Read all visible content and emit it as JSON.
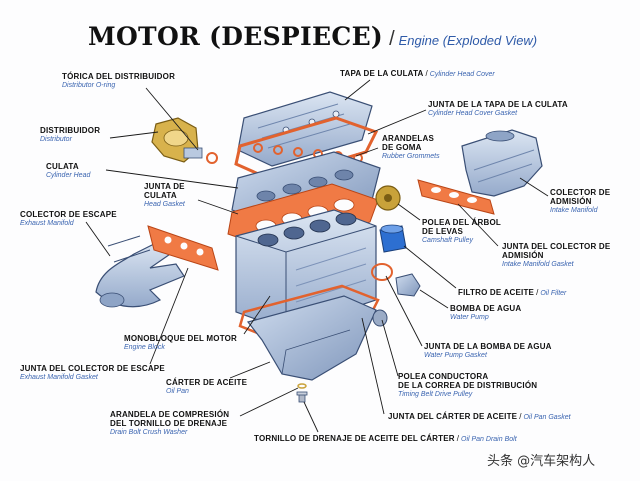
{
  "title": {
    "es": "MOTOR (DESPIECE)",
    "separator": "/",
    "en": "Engine (Exploded View)"
  },
  "labels": {
    "head_cover": {
      "es": "TAPA DE LA CULATA",
      "en": "Cylinder Head Cover"
    },
    "distributor_oring": {
      "es": "TÓRICA DEL DISTRIBUIDOR",
      "en": "Distributor O-ring"
    },
    "head_cover_gasket": {
      "es": "JUNTA DE LA TAPA DE LA CULATA",
      "en": "Cylinder Head Cover Gasket"
    },
    "distributor": {
      "es": "DISTRIBUIDOR",
      "en": "Distributor"
    },
    "rubber_grommets": {
      "es_line1": "ARANDELAS",
      "es_line2": "DE GOMA",
      "en": "Rubber Grommets"
    },
    "cylinder_head": {
      "es": "CULATA",
      "en": "Cylinder Head"
    },
    "head_gasket": {
      "es_line1": "JUNTA DE",
      "es_line2": "CULATA",
      "en": "Head Gasket"
    },
    "intake_manifold": {
      "es_line1": "COLECTOR DE",
      "es_line2": "ADMISIÓN",
      "en": "Intake Manifold"
    },
    "exhaust_manifold": {
      "es": "COLECTOR DE ESCAPE",
      "en": "Exhaust Manifold"
    },
    "camshaft_pulley": {
      "es_line1": "POLEA DEL ÁRBOL",
      "es_line2": "DE LEVAS",
      "en": "Camshaft Pulley"
    },
    "intake_gasket": {
      "es_line1": "JUNTA DEL COLECTOR DE",
      "es_line2": "ADMISIÓN",
      "en": "Intake Manifold Gasket"
    },
    "oil_filter": {
      "es": "FILTRO DE ACEITE",
      "en": "Oil Filter"
    },
    "water_pump": {
      "es": "BOMBA DE AGUA",
      "en": "Water Pump"
    },
    "engine_block": {
      "es": "MONOBLOQUE DEL MOTOR",
      "en": "Engine Block"
    },
    "water_pump_gasket": {
      "es": "JUNTA DE LA BOMBA DE AGUA",
      "en": "Water Pump Gasket"
    },
    "exhaust_gasket": {
      "es": "JUNTA DEL COLECTOR DE ESCAPE",
      "en": "Exhaust Manifold Gasket"
    },
    "timing_pulley": {
      "es_line1": "POLEA CONDUCTORA",
      "es_line2": "DE LA CORREA DE DISTRIBUCIÓN",
      "en": "Timing Belt Drive Pulley"
    },
    "oil_pan": {
      "es": "CÁRTER DE ACEITE",
      "en": "Oil Pan"
    },
    "crush_washer": {
      "es_line1": "ARANDELA DE COMPRESIÓN",
      "es_line2": "DEL TORNILLO DE DRENAJE",
      "en": "Drain Bolt Crush Washer"
    },
    "oil_pan_gasket": {
      "es": "JUNTA DEL CÁRTER DE ACEITE",
      "en": "Oil Pan Gasket"
    },
    "drain_bolt": {
      "es": "TORNILLO DE DRENAJE DE ACEITE DEL CÁRTER",
      "en": "Oil Pan Drain Bolt"
    }
  },
  "watermark": "头条 @汽车架构人",
  "colors": {
    "part_fill": "#b9c9e0",
    "part_shade": "#8fa5c4",
    "part_stroke": "#3a4f75",
    "gasket": "#e2622e",
    "brass": "#c9a23a",
    "leader": "#1a1a1a",
    "english_text": "#3a64b0"
  }
}
